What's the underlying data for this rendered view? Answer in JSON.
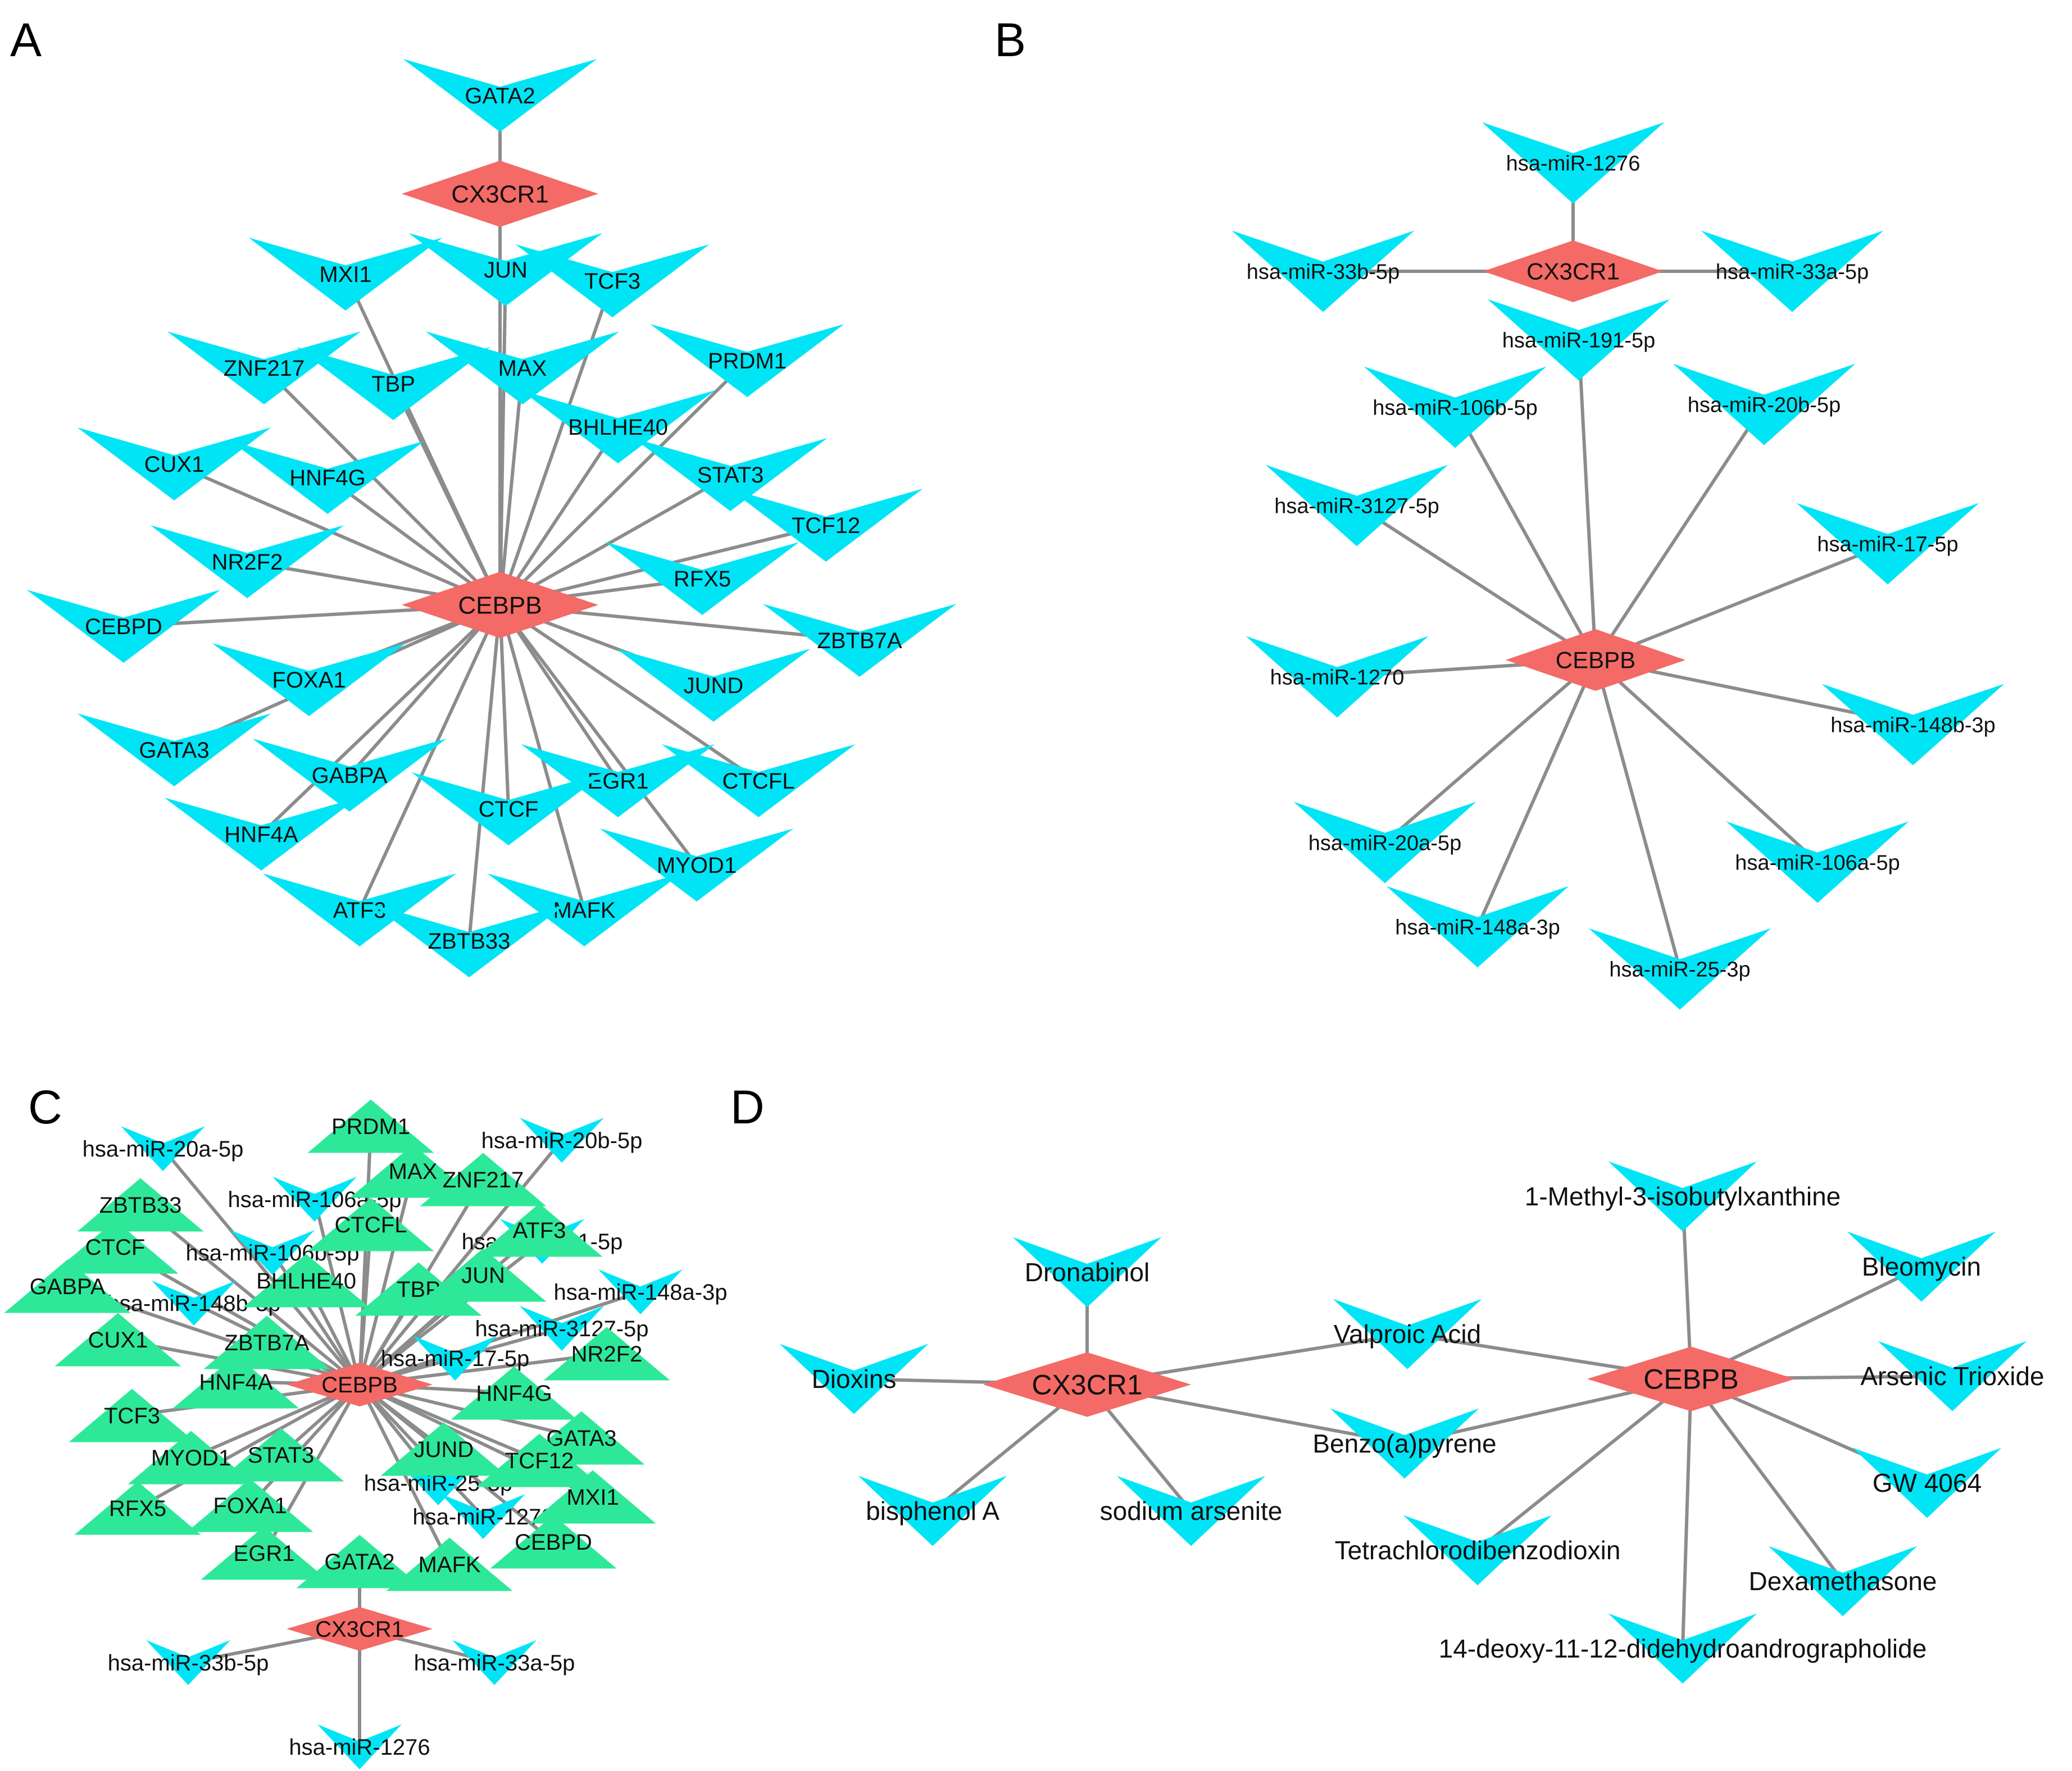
{
  "colors": {
    "hub": "#f46a66",
    "target": "#00e5f5",
    "tf": "#2ee89a",
    "edge": "#8c8c8c"
  },
  "panels": [
    {
      "letter": "A",
      "hubs": [
        "CEBPB",
        "CX3CR1"
      ],
      "nodes": [
        "GATA2",
        "JUN",
        "MXI1",
        "TCF3",
        "ZNF217",
        "TBP",
        "MAX",
        "PRDM1",
        "BHLHE40",
        "CUX1",
        "HNF4G",
        "STAT3",
        "TCF12",
        "NR2F2",
        "RFX5",
        "CEBPD",
        "ZBTB7A",
        "FOXA1",
        "JUND",
        "GATA3",
        "GABPA",
        "EGR1",
        "CTCFL",
        "CTCF",
        "HNF4A",
        "MYOD1",
        "ATF3",
        "MAFK",
        "ZBTB33"
      ]
    },
    {
      "letter": "B",
      "hubs": [
        "CEBPB",
        "CX3CR1"
      ],
      "nodes": [
        "hsa-miR-1276",
        "hsa-miR-33b-5p",
        "hsa-miR-33a-5p",
        "hsa-miR-191-5p",
        "hsa-miR-106b-5p",
        "hsa-miR-20b-5p",
        "hsa-miR-3127-5p",
        "hsa-miR-17-5p",
        "hsa-miR-1270",
        "hsa-miR-148b-3p",
        "hsa-miR-20a-5p",
        "hsa-miR-106a-5p",
        "hsa-miR-148a-3p",
        "hsa-miR-25-3p"
      ]
    },
    {
      "letter": "C",
      "hubs": [
        "CEBPB",
        "CX3CR1"
      ],
      "nodes_mirna": [
        "hsa-miR-20a-5p",
        "hsa-miR-20b-5p",
        "hsa-miR-106a-5p",
        "hsa-miR-106b-5p",
        "hsa-miR-191-5p",
        "hsa-miR-148a-3p",
        "hsa-miR-148b-3p",
        "hsa-miR-3127-5p",
        "hsa-miR-17-5p",
        "hsa-miR-25-3p",
        "hsa-miR-1270",
        "hsa-miR-33b-5p",
        "hsa-miR-33a-5p",
        "hsa-miR-1276"
      ],
      "nodes_tf": [
        "PRDM1",
        "MAX",
        "ZNF217",
        "ZBTB33",
        "CTCFL",
        "ATF3",
        "CTCF",
        "GABPA",
        "BHLHE40",
        "TBP",
        "JUN",
        "CUX1",
        "ZBTB7A",
        "NR2F2",
        "HNF4A",
        "HNF4G",
        "TCF3",
        "GATA3",
        "MYOD1",
        "STAT3",
        "JUND",
        "TCF12",
        "RFX5",
        "FOXA1",
        "MXI1",
        "CEBPD",
        "EGR1",
        "GATA2",
        "MAFK"
      ]
    },
    {
      "letter": "D",
      "hubs": [
        "CX3CR1",
        "CEBPB"
      ],
      "nodes": [
        "Dronabinol",
        "Dioxins",
        "bisphenol A",
        "sodium arsenite",
        "Valproic Acid",
        "Benzo(a)pyrene",
        "1-Methyl-3-isobutylxanthine",
        "Bleomycin",
        "Arsenic Trioxide",
        "GW 4064",
        "Dexamethasone",
        "Tetrachlorodibenzodioxin",
        "14-deoxy-11-12-didehydroandrographolide"
      ]
    }
  ]
}
